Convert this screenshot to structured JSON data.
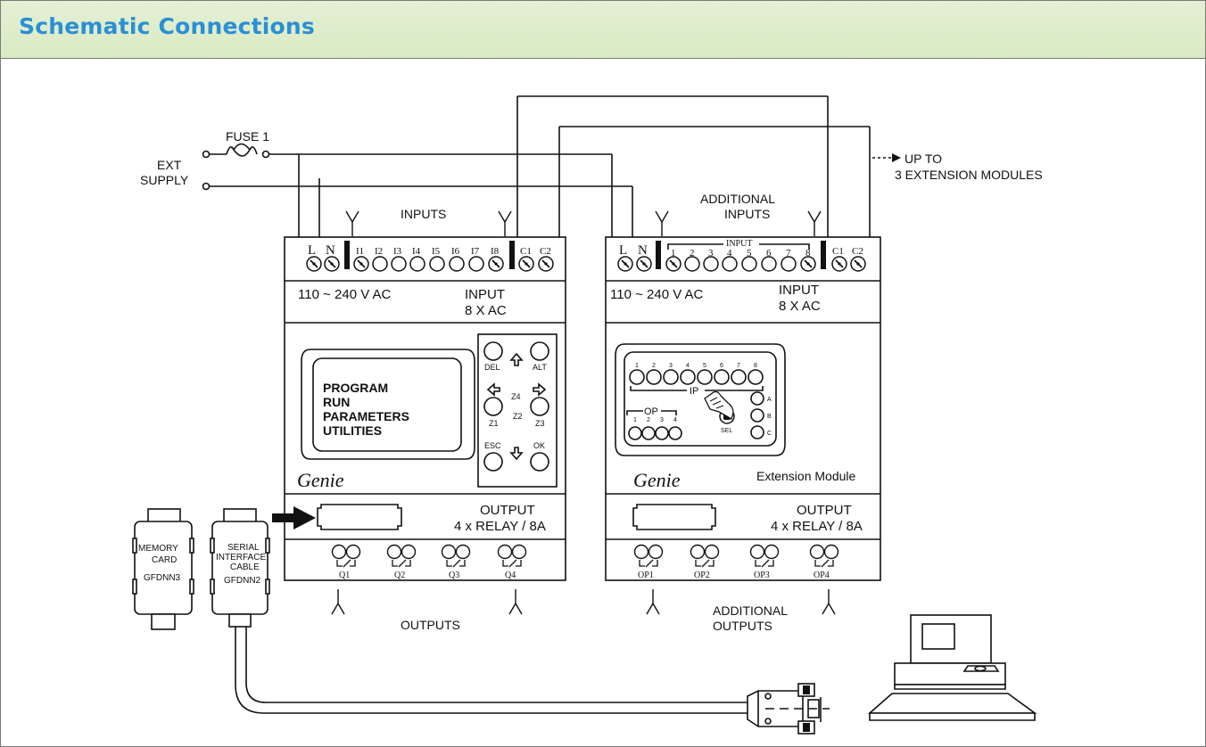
{
  "header": {
    "title": "Schematic Connections"
  },
  "supply": {
    "fuse_label": "FUSE 1",
    "ext_line1": "EXT",
    "ext_line2": "SUPPLY"
  },
  "extension_note": {
    "line1": "UP TO",
    "line2": "3 EXTENSION MODULES"
  },
  "main_unit": {
    "inputs_label": "INPUTS",
    "terminals": [
      "L",
      "N",
      "I1",
      "I2",
      "I3",
      "I4",
      "I5",
      "I6",
      "I7",
      "I8",
      "C1",
      "C2"
    ],
    "voltage": "110 ~ 240 V AC",
    "input_line1": "INPUT",
    "input_line2": "8 X AC",
    "menu": [
      "PROGRAM",
      "RUN",
      "PARAMETERS",
      "UTILITIES"
    ],
    "keys": {
      "del": "DEL",
      "alt": "ALT",
      "z4": "Z4",
      "z1": "Z1",
      "z2": "Z2",
      "z3": "Z3",
      "esc": "ESC",
      "ok": "OK"
    },
    "brand": "Genie",
    "output_line1": "OUTPUT",
    "output_line2": "4 x RELAY / 8A",
    "outputs": [
      "Q1",
      "Q2",
      "Q3",
      "Q4"
    ],
    "outputs_label": "OUTPUTS"
  },
  "ext_unit": {
    "inputs_line1": "ADDITIONAL",
    "inputs_line2": "INPUTS",
    "terminals_left": [
      "L",
      "N"
    ],
    "input_bracket": "INPUT",
    "input_numbers": [
      "1",
      "2",
      "3",
      "4",
      "5",
      "6",
      "7",
      "8"
    ],
    "terminals_right": [
      "C1",
      "C2"
    ],
    "voltage": "110 ~ 240 V AC",
    "input_line1": "INPUT",
    "input_line2": "8 X AC",
    "panel": {
      "ip_numbers": [
        "1",
        "2",
        "3",
        "4",
        "5",
        "6",
        "7",
        "8"
      ],
      "ip_label": "IP",
      "op_label": "OP",
      "op_numbers": [
        "1",
        "2",
        "3",
        "4"
      ],
      "side": [
        "A",
        "B",
        "C"
      ],
      "sel": "SEL"
    },
    "brand": "Genie",
    "name": "Extension Module",
    "output_line1": "OUTPUT",
    "output_line2": "4 x RELAY / 8A",
    "outputs": [
      "OP1",
      "OP2",
      "OP3",
      "OP4"
    ],
    "outputs_line1": "ADDITIONAL",
    "outputs_line2": "OUTPUTS"
  },
  "memory_card": {
    "line1": "MEMORY",
    "line2": "CARD",
    "code": "GFDNN3"
  },
  "serial_cable": {
    "line1": "SERIAL",
    "line2": "INTERFACE",
    "line3": "CABLE",
    "code": "GFDNN2"
  },
  "pc": {}
}
